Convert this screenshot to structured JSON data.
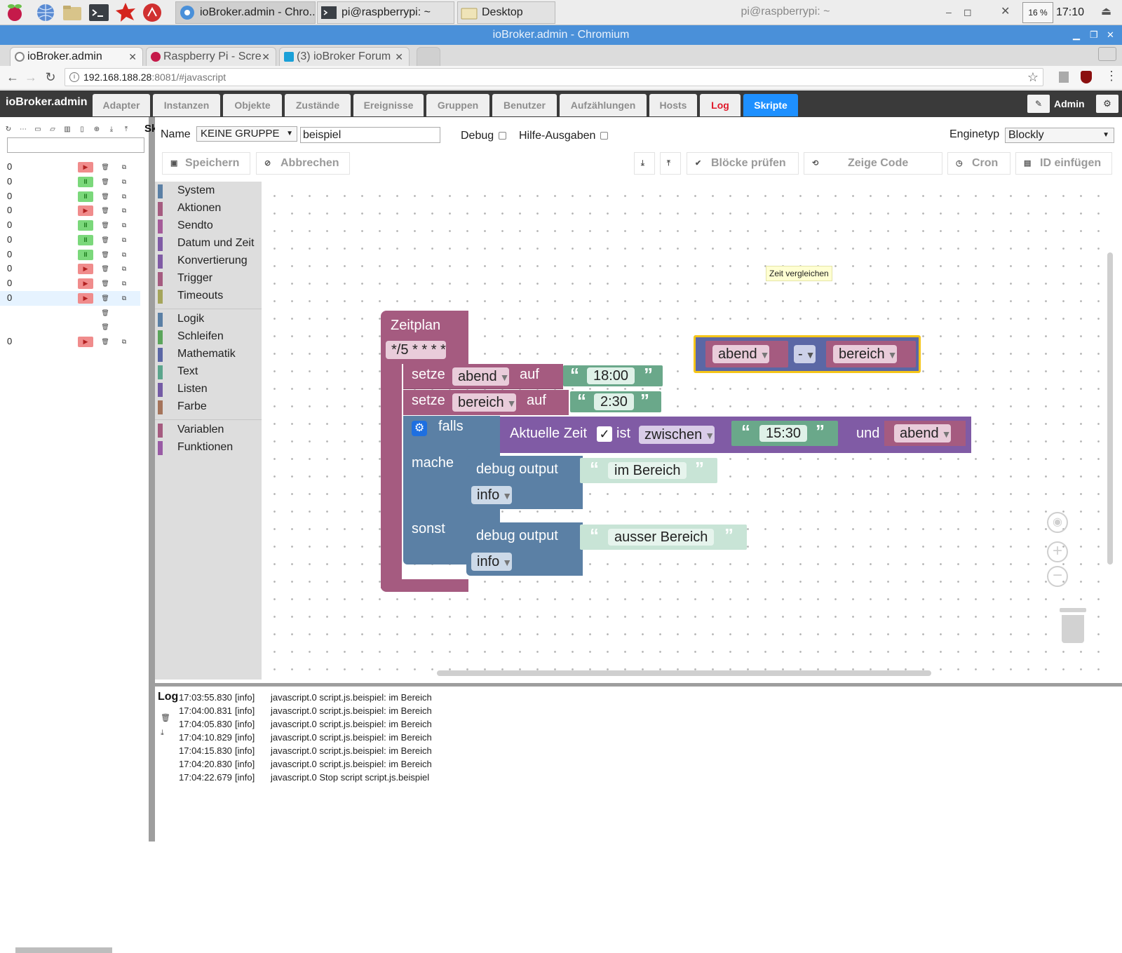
{
  "taskbar": {
    "tasks": [
      "ioBroker.admin - Chro...",
      "pi@raspberrypi: ~",
      "Desktop"
    ],
    "center_title": "pi@raspberrypi: ~",
    "cpu": "16 %",
    "clock": "17:10"
  },
  "window": {
    "title": "ioBroker.admin - Chromium"
  },
  "browser_tabs": [
    "ioBroker.admin",
    "Raspberry Pi - Scre",
    "(3) ioBroker Forum"
  ],
  "address": {
    "host": "192.168.188.28",
    "rest": ":8081/#javascript"
  },
  "app": {
    "brand": "ioBroker.admin",
    "nav": [
      "Adapter",
      "Instanzen",
      "Objekte",
      "Zustände",
      "Ereignisse",
      "Gruppen",
      "Benutzer",
      "Aufzählungen",
      "Hosts",
      "Log",
      "Skripte"
    ],
    "user": "Admin"
  },
  "sidebar": {
    "title": "Skripte",
    "rows": [
      {
        "n": "0",
        "state": "play"
      },
      {
        "n": "0",
        "state": "pause"
      },
      {
        "n": "0",
        "state": "pause"
      },
      {
        "n": "0",
        "state": "play"
      },
      {
        "n": "0",
        "state": "pause"
      },
      {
        "n": "0",
        "state": "pause"
      },
      {
        "n": "0",
        "state": "pause"
      },
      {
        "n": "0",
        "state": "play"
      },
      {
        "n": "0",
        "state": "play"
      },
      {
        "n": "0",
        "state": "play"
      },
      {
        "n": "",
        "state": "group"
      },
      {
        "n": "",
        "state": "group"
      },
      {
        "n": "0",
        "state": "play"
      }
    ]
  },
  "editor": {
    "name_label": "Name",
    "group_value": "KEINE GRUPPE",
    "name_value": "beispiel",
    "debug_label": "Debug",
    "verbose_label": "Hilfe-Ausgaben",
    "engine_label": "Enginetyp",
    "engine_value": "Blockly",
    "save": "Speichern",
    "cancel": "Abbrechen",
    "check": "Blöcke prüfen",
    "show_code": "Zeige Code",
    "cron": "Cron",
    "insert_id": "ID einfügen"
  },
  "toolbox": {
    "group1": [
      {
        "label": "System",
        "color": "#5b80a5"
      },
      {
        "label": "Aktionen",
        "color": "#a55b80"
      },
      {
        "label": "Sendto",
        "color": "#a55b99"
      },
      {
        "label": "Datum und Zeit",
        "color": "#805ba5"
      },
      {
        "label": "Konvertierung",
        "color": "#805ba5"
      },
      {
        "label": "Trigger",
        "color": "#a55b80"
      },
      {
        "label": "Timeouts",
        "color": "#a5a55b"
      }
    ],
    "group2": [
      {
        "label": "Logik",
        "color": "#5b80a5"
      },
      {
        "label": "Schleifen",
        "color": "#5ba55b"
      },
      {
        "label": "Mathematik",
        "color": "#5b67a5"
      },
      {
        "label": "Text",
        "color": "#5ba58c"
      },
      {
        "label": "Listen",
        "color": "#745ba5"
      },
      {
        "label": "Farbe",
        "color": "#a5745b"
      }
    ],
    "group3": [
      {
        "label": "Variablen",
        "color": "#a55b80"
      },
      {
        "label": "Funktionen",
        "color": "#995ba5"
      }
    ]
  },
  "workspace": {
    "tooltip": "Zeit vergleichen",
    "blocks": {
      "schedule_title": "Zeitplan",
      "cron": "*/5 * * * *",
      "set1": {
        "label": "setze",
        "var": "abend",
        "to": "auf",
        "value": "18:00"
      },
      "set2": {
        "label": "setze",
        "var": "bereich",
        "to": "auf",
        "value": "2:30"
      },
      "if_label": "falls",
      "cond": {
        "label": "Aktuelle Zeit",
        "check": "✓",
        "is": "ist",
        "op": "zwischen",
        "from": "15:30",
        "and": "und",
        "to_var": "abend"
      },
      "do_label": "mache",
      "else_label": "sonst",
      "debug1": {
        "label": "debug output",
        "text": "im Bereich",
        "level": "info"
      },
      "debug2": {
        "label": "debug output",
        "text": "ausser Bereich",
        "level": "info"
      },
      "math": {
        "a": "abend",
        "op": "-",
        "b": "bereich"
      }
    }
  },
  "log": {
    "title": "Log",
    "rows": [
      {
        "ts": "17:03:55.830",
        "sev": "[info]",
        "msg": "javascript.0 script.js.beispiel: im Bereich"
      },
      {
        "ts": "17:04:00.831",
        "sev": "[info]",
        "msg": "javascript.0 script.js.beispiel: im Bereich"
      },
      {
        "ts": "17:04:05.830",
        "sev": "[info]",
        "msg": "javascript.0 script.js.beispiel: im Bereich"
      },
      {
        "ts": "17:04:10.829",
        "sev": "[info]",
        "msg": "javascript.0 script.js.beispiel: im Bereich"
      },
      {
        "ts": "17:04:15.830",
        "sev": "[info]",
        "msg": "javascript.0 script.js.beispiel: im Bereich"
      },
      {
        "ts": "17:04:20.830",
        "sev": "[info]",
        "msg": "javascript.0 script.js.beispiel: im Bereich"
      },
      {
        "ts": "17:04:22.679",
        "sev": "[info]",
        "msg": "javascript.0 Stop script script.js.beispiel"
      }
    ]
  },
  "colors": {
    "accent": "#1e90ff",
    "log_tab": "#e0192a",
    "block_trigger": "#a55b80",
    "block_logic": "#5b80a5",
    "block_time": "#805ba5",
    "block_text": "#6aa88a"
  }
}
